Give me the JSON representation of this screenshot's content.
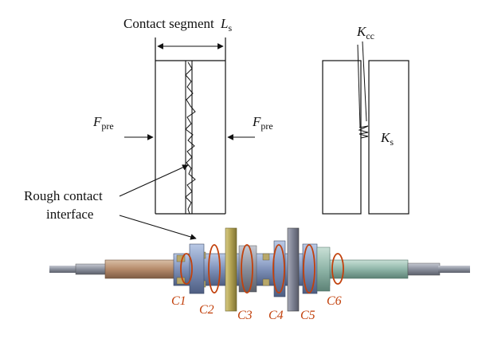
{
  "labels": {
    "contact_segment": "Contact segment",
    "ls_main": "L",
    "ls_sub": "s",
    "fpre_main": "F",
    "fpre_sub": "pre",
    "kcc_main": "K",
    "kcc_sub": "cc",
    "ks_main": "K",
    "ks_sub": "s",
    "rough_line1": "Rough contact",
    "rough_line2": "interface"
  },
  "contacts": [
    "C1",
    "C2",
    "C3",
    "C4",
    "C5",
    "C6"
  ],
  "colors": {
    "ink": "#111111",
    "contact_ring": "#c2410c",
    "shaft_left": "#b58a6a",
    "shaft_right": "#8fb5a8",
    "flange": "#b0a050",
    "steel": "#8a8f9c"
  }
}
